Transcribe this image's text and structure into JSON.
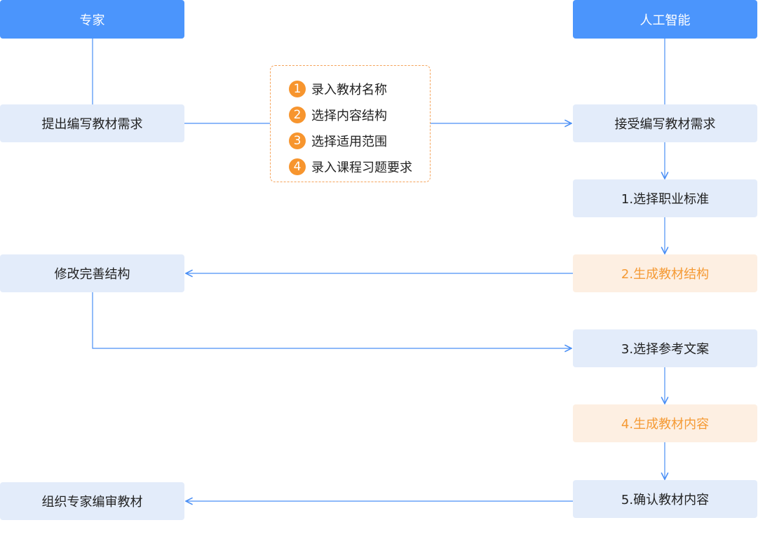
{
  "headers": {
    "expert": "专家",
    "ai": "人工智能"
  },
  "left": [
    "提出编写教材需求",
    "修改完善结构",
    "组织专家编审教材"
  ],
  "right": [
    "接受编写教材需求",
    "1.选择职业标准",
    "2.生成教材结构",
    "3.选择参考文案",
    "4.生成教材内容",
    "5.确认教材内容"
  ],
  "steps": [
    {
      "n": "1",
      "t": "录入教材名称"
    },
    {
      "n": "2",
      "t": "选择内容结构"
    },
    {
      "n": "3",
      "t": "选择适用范围"
    },
    {
      "n": "4",
      "t": "录入课程习题要求"
    }
  ],
  "colors": {
    "header": "#4b95fc",
    "box": "#e3ecfa",
    "highlight_bg": "#fdefe2",
    "highlight_text": "#f59a34",
    "line": "#4a8ff5"
  }
}
